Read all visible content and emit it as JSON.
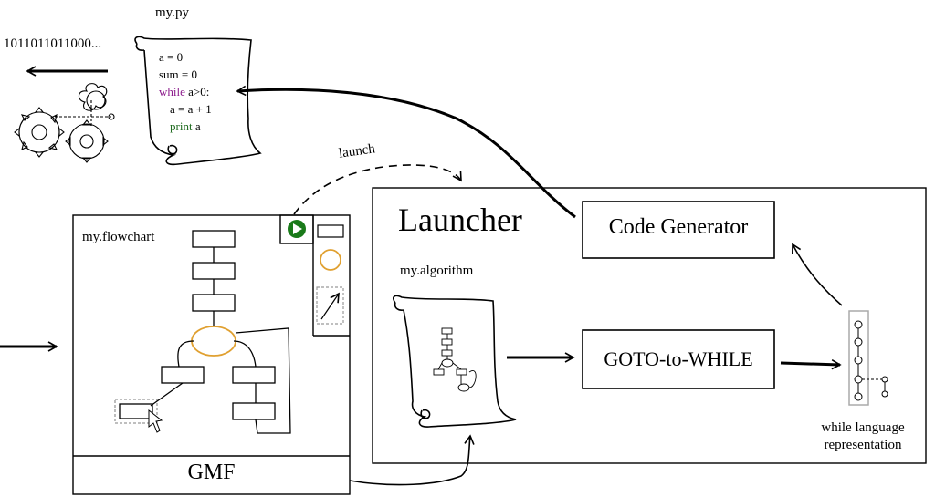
{
  "script_title": "my.py",
  "binary_output": "1011011011000...",
  "code_lines": [
    {
      "text": "a = 0",
      "color": "#000000",
      "indent": 0
    },
    {
      "text": "sum = 0",
      "color": "#000000",
      "indent": 0
    },
    {
      "text": "while",
      "color": "#8b1a8b",
      "rest": " a>0:",
      "indent": 0
    },
    {
      "text": "a = a + 1",
      "color": "#000000",
      "indent": 1
    },
    {
      "text": "print",
      "color": "#1f6b1f",
      "rest": " a",
      "indent": 1
    }
  ],
  "launch_label": "launch",
  "gmf": {
    "flowchart_label": "my.flowchart",
    "panel_label": "GMF",
    "play_color": "#1a7a1a",
    "decision_color": "#e0a030"
  },
  "launcher": {
    "title": "Launcher",
    "algorithm_label": "my.algorithm",
    "code_generator": "Code Generator",
    "goto_to_while": "GOTO-to-WHILE",
    "while_rep_line1": "while language",
    "while_rep_line2": "representation"
  }
}
